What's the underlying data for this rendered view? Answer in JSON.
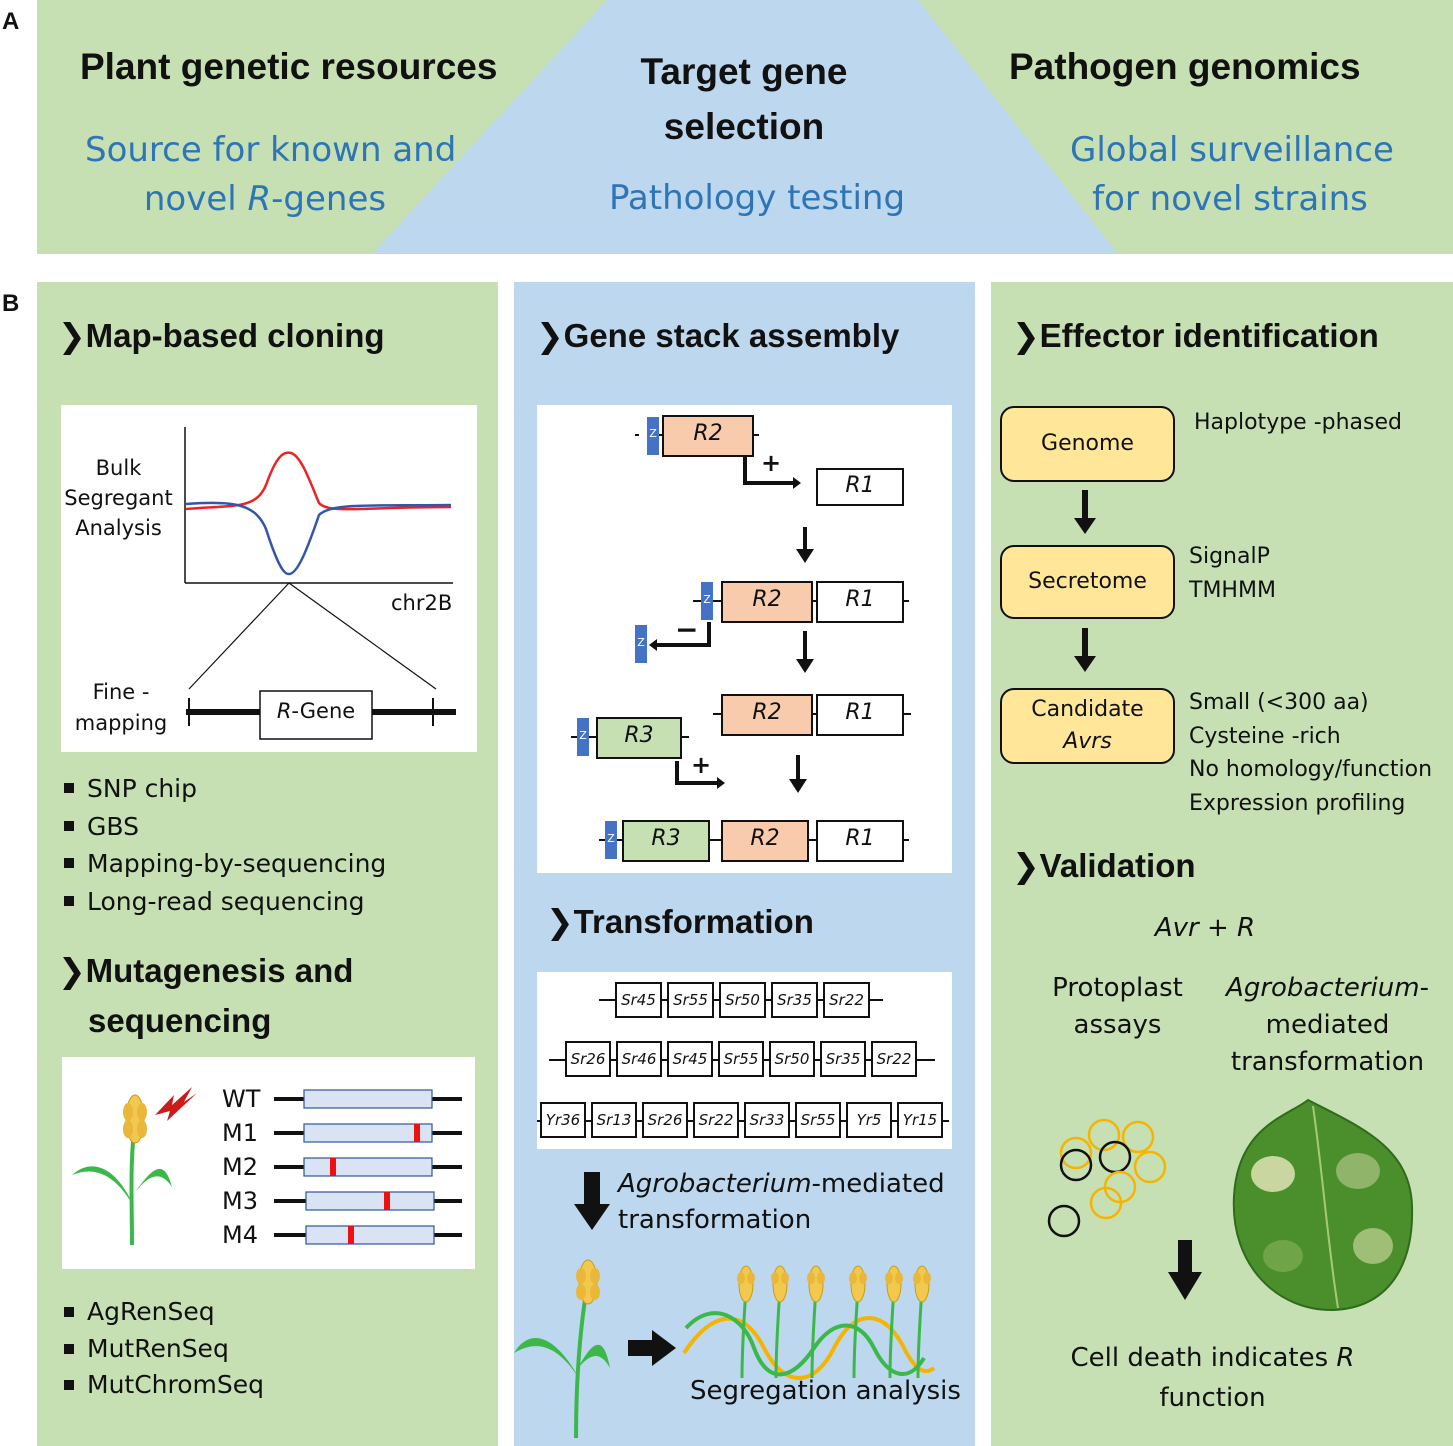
{
  "panel_a": {
    "letter": "A",
    "left": {
      "title": "Plant genetic resources",
      "sub_line1": "Source for known and",
      "sub_line2_pre": "novel ",
      "sub_line2_italic": "R",
      "sub_line2_post": "-genes"
    },
    "center": {
      "title_line1": "Target gene",
      "title_line2": "selection",
      "sub": "Pathology testing"
    },
    "right": {
      "title": "Pathogen genomics",
      "sub_line1": "Global surveillance",
      "sub_line2": "for novel strains"
    }
  },
  "panel_b": {
    "letter": "B",
    "chevron": "❯",
    "col1": {
      "title1": "Map-based cloning",
      "plot": {
        "label_line1": "Bulk",
        "label_line2": "Segregant",
        "label_line3": "Analysis",
        "x_label": "chr2B",
        "fine_line1": "Fine -",
        "fine_line2": "mapping",
        "gene_italic": "R",
        "gene_rest": "-Gene"
      },
      "bullets1": [
        "SNP chip",
        "GBS",
        "Mapping-by-sequencing",
        "Long-read sequencing"
      ],
      "title2_line1": "Mutagenesis and",
      "title2_line2": "sequencing",
      "mutants": [
        "WT",
        "M1",
        "M2",
        "M3",
        "M4"
      ],
      "bullets2": [
        "AgRenSeq",
        "MutRenSeq",
        "MutChromSeq"
      ]
    },
    "col2": {
      "title1": "Gene stack assembly",
      "genes": {
        "r1": "R1",
        "r2": "R2",
        "r3": "R3",
        "z": "Z",
        "plus": "+",
        "minus": "−"
      },
      "title2": "Transformation",
      "stack_rows": [
        [
          "Sr45",
          "Sr55",
          "Sr50",
          "Sr35",
          "Sr22"
        ],
        [
          "Sr26",
          "Sr46",
          "Sr45",
          "Sr55",
          "Sr50",
          "Sr35",
          "Sr22"
        ],
        [
          "Yr36",
          "Sr13",
          "Sr26",
          "Sr22",
          "Sr33",
          "Sr55",
          "Yr5",
          "Yr15"
        ]
      ],
      "agro_italic": "Agrobacterium",
      "agro_rest": "-mediated",
      "agro_line2": "transformation",
      "segregation": "Segregation analysis"
    },
    "col3": {
      "title1": "Effector identification",
      "steps": [
        {
          "label": "Genome",
          "label_italic": "",
          "notes": [
            "Haplotype -phased"
          ]
        },
        {
          "label": "Secretome",
          "label_italic": "",
          "notes": [
            "SignalP",
            "TMHMM"
          ]
        },
        {
          "label": "Candidate",
          "label_italic": "Avrs",
          "notes": [
            "Small (<300 aa)",
            "Cysteine -rich",
            "No homology/function",
            "Expression profiling"
          ]
        }
      ],
      "title2": "Validation",
      "avr_r": "Avr + R",
      "protoplast_line1": "Protoplast",
      "protoplast_line2": "assays",
      "agro_italic": "Agrobacterium",
      "agro_dash": "-",
      "agro_line2": "mediated",
      "agro_line3": "transformation",
      "cell_death_line1_pre": "Cell death indicates ",
      "cell_death_line1_italic": "R",
      "cell_death_line2": "function"
    }
  },
  "colors": {
    "green": "#c6e0b4",
    "blue": "#bdd7ee",
    "title_blue": "#2e75b6",
    "r2_fill": "#f8cbad",
    "r3_fill": "#c6e0b4",
    "z_fill": "#4472c4",
    "avr_fill": "#ffe699",
    "curve_red": "#ee2222",
    "curve_blue": "#3355aa"
  }
}
